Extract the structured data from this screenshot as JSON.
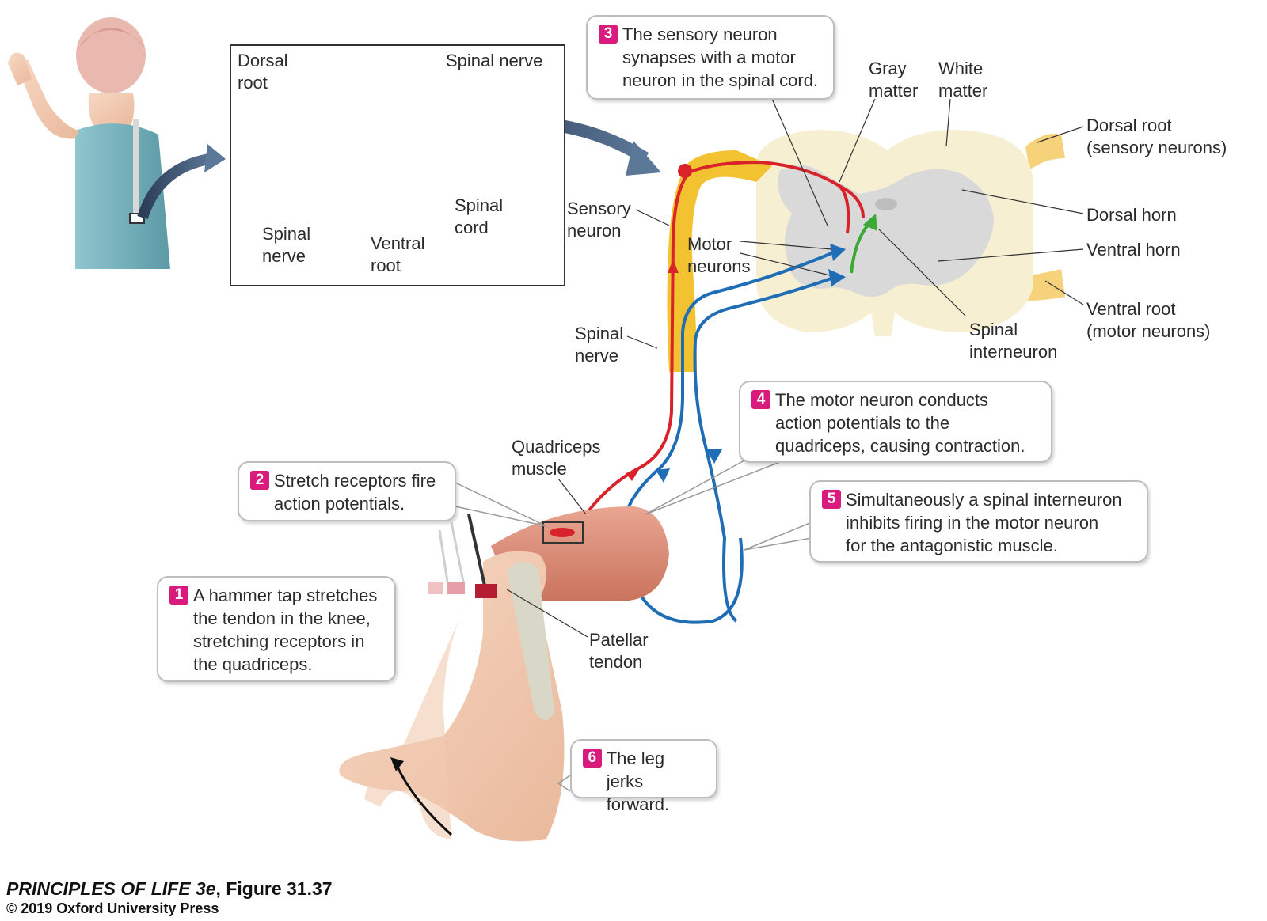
{
  "colors": {
    "sensory": "#d8232a",
    "motor": "#1f6db5",
    "interneuron": "#3aa935",
    "step_badge": "#d81b7d",
    "nerve": "#f2c230",
    "white_matter": "#f6efd2",
    "gray_matter": "#d9d9d9"
  },
  "inset": {
    "dorsal_root": "Dorsal\nroot",
    "spinal_nerve_top": "Spinal nerve",
    "spinal_nerve_bottom": "Spinal\nnerve",
    "ventral_root": "Ventral\nroot",
    "spinal_cord": "Spinal\ncord"
  },
  "labels": {
    "gray_matter": "Gray\nmatter",
    "white_matter": "White\nmatter",
    "dorsal_root": "Dorsal root\n(sensory neurons)",
    "dorsal_horn": "Dorsal horn",
    "ventral_horn": "Ventral horn",
    "ventral_root": "Ventral root\n(motor neurons)",
    "spinal_interneuron": "Spinal\ninterneuron",
    "sensory_neuron": "Sensory\nneuron",
    "motor_neurons": "Motor\nneurons",
    "spinal_nerve": "Spinal\nnerve",
    "quadriceps_muscle": "Quadriceps\nmuscle",
    "patellar_tendon": "Patellar\ntendon"
  },
  "steps": [
    {
      "num": "1",
      "text": "A hammer tap stretches\nthe tendon in the knee,\nstretching receptors in\nthe quadriceps."
    },
    {
      "num": "2",
      "text": "Stretch receptors fire\naction potentials."
    },
    {
      "num": "3",
      "text": "The sensory neuron\nsynapses with a motor\nneuron in the spinal cord."
    },
    {
      "num": "4",
      "text": "The motor neuron conducts\naction potentials to the\nquadriceps, causing contraction."
    },
    {
      "num": "5",
      "text": "Simultaneously a spinal interneuron\ninhibits firing in the motor neuron\nfor the antagonistic muscle."
    },
    {
      "num": "6",
      "text": "The leg jerks\nforward."
    }
  ],
  "credit": {
    "book": "PRINCIPLES OF LIFE 3e",
    "figure": ", Figure 31.37",
    "copyright": "© 2019 Oxford University Press"
  }
}
